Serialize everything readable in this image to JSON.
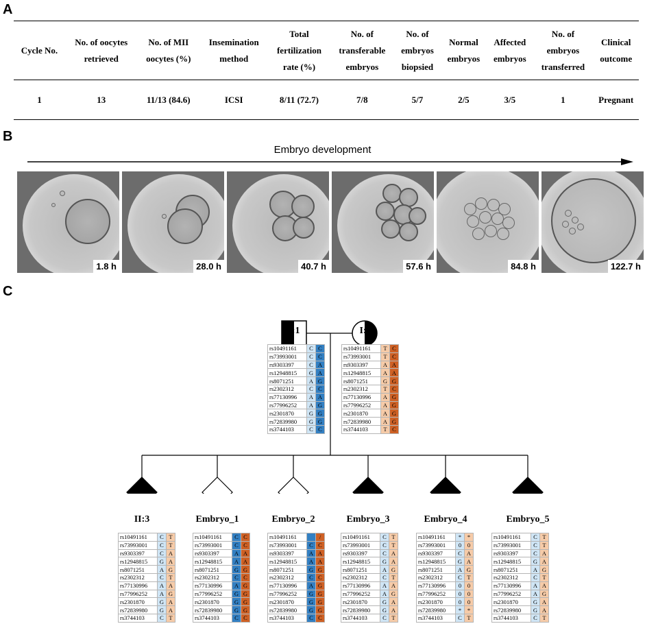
{
  "panels": {
    "a": "A",
    "b": "B",
    "c": "C"
  },
  "tableA": {
    "headers": [
      [
        "Cycle No."
      ],
      [
        "No. of oocytes",
        "retrieved"
      ],
      [
        "No. of MII",
        "oocytes (%)"
      ],
      [
        "Insemination",
        "method"
      ],
      [
        "Total",
        "fertilization",
        "rate (%)"
      ],
      [
        "No. of",
        "transferable",
        "embryos"
      ],
      [
        "No. of",
        "embryos",
        "biopsied"
      ],
      [
        "Normal",
        "embryos"
      ],
      [
        "Affected",
        "embryos"
      ],
      [
        "No. of",
        "embryos",
        "transferred"
      ],
      [
        "Clinical",
        "outcome"
      ]
    ],
    "row": [
      "1",
      "13",
      "11/13 (84.6)",
      "ICSI",
      "8/11 (72.7)",
      "7/8",
      "5/7",
      "2/5",
      "3/5",
      "1",
      "Pregnant"
    ]
  },
  "embryo_development": {
    "label": "Embryo development",
    "times": [
      "1.8 h",
      "28.0 h",
      "40.7 h",
      "57.6 h",
      "84.8 h",
      "122.7 h"
    ]
  },
  "pedigree": {
    "rs_ids": [
      "rs10491161",
      "rs73993001",
      "rs9303397",
      "rs12948815",
      "rs8071251",
      "rs2302312",
      "rs77130996",
      "rs77996252",
      "rs2301870",
      "rs72839980",
      "rs3744103"
    ],
    "individuals": [
      {
        "id": "I:1",
        "colors": [
          "lb",
          "db"
        ],
        "a1": [
          "C",
          "C",
          "C",
          "G",
          "A",
          "C",
          "A",
          "A",
          "G",
          "G",
          "C"
        ],
        "a2": [
          "C",
          "C",
          "A",
          "A",
          "G",
          "C",
          "A",
          "G",
          "G",
          "G",
          "C"
        ]
      },
      {
        "id": "I:2",
        "colors": [
          "lo",
          "do"
        ],
        "a1": [
          "T",
          "T",
          "A",
          "A",
          "G",
          "T",
          "A",
          "A",
          "A",
          "A",
          "T"
        ],
        "a2": [
          "C",
          "C",
          "A",
          "A",
          "G",
          "C",
          "G",
          "G",
          "G",
          "G",
          "C"
        ]
      },
      {
        "id": "II:3",
        "colors": [
          "lb",
          "lo"
        ],
        "a1": [
          "C",
          "C",
          "C",
          "G",
          "A",
          "C",
          "A",
          "A",
          "G",
          "G",
          "C"
        ],
        "a2": [
          "T",
          "T",
          "A",
          "A",
          "G",
          "T",
          "A",
          "G",
          "A",
          "A",
          "T"
        ]
      },
      {
        "id": "Embryo_1",
        "colors": [
          "db",
          "do"
        ],
        "a1": [
          "C",
          "C",
          "A",
          "A",
          "G",
          "C",
          "A",
          "G",
          "G",
          "G",
          "C"
        ],
        "a2": [
          "C",
          "C",
          "A",
          "A",
          "G",
          "C",
          "G",
          "G",
          "G",
          "G",
          "C"
        ]
      },
      {
        "id": "Embryo_2",
        "colors": [
          "db",
          "do"
        ],
        "a1": [
          "",
          "C",
          "A",
          "A",
          "G",
          "C",
          "A",
          "G",
          "G",
          "G",
          "C"
        ],
        "a2": [
          "/",
          "C",
          "A",
          "A",
          "G",
          "C",
          "G",
          "G",
          "G",
          "G",
          "C"
        ]
      },
      {
        "id": "Embryo_3",
        "colors": [
          "lb",
          "lo"
        ],
        "a1": [
          "C",
          "C",
          "C",
          "G",
          "A",
          "C",
          "A",
          "A",
          "G",
          "G",
          "C"
        ],
        "a2": [
          "T",
          "T",
          "A",
          "A",
          "G",
          "T",
          "A",
          "G",
          "A",
          "A",
          "T"
        ]
      },
      {
        "id": "Embryo_4",
        "colors": [
          "lb",
          "lo"
        ],
        "a1": [
          "*",
          "0",
          "C",
          "G",
          "A",
          "C",
          "0",
          "0",
          "0",
          "*",
          "C"
        ],
        "a2": [
          "*",
          "0",
          "A",
          "A",
          "G",
          "T",
          "0",
          "0",
          "0",
          "*",
          "T"
        ]
      },
      {
        "id": "Embryo_5",
        "colors": [
          "lb",
          "lo"
        ],
        "a1": [
          "C",
          "C",
          "C",
          "G",
          "A",
          "C",
          "A",
          "A",
          "G",
          "G",
          "C"
        ],
        "a2": [
          "T",
          "T",
          "A",
          "A",
          "G",
          "T",
          "A",
          "G",
          "A",
          "A",
          "T"
        ]
      }
    ]
  }
}
